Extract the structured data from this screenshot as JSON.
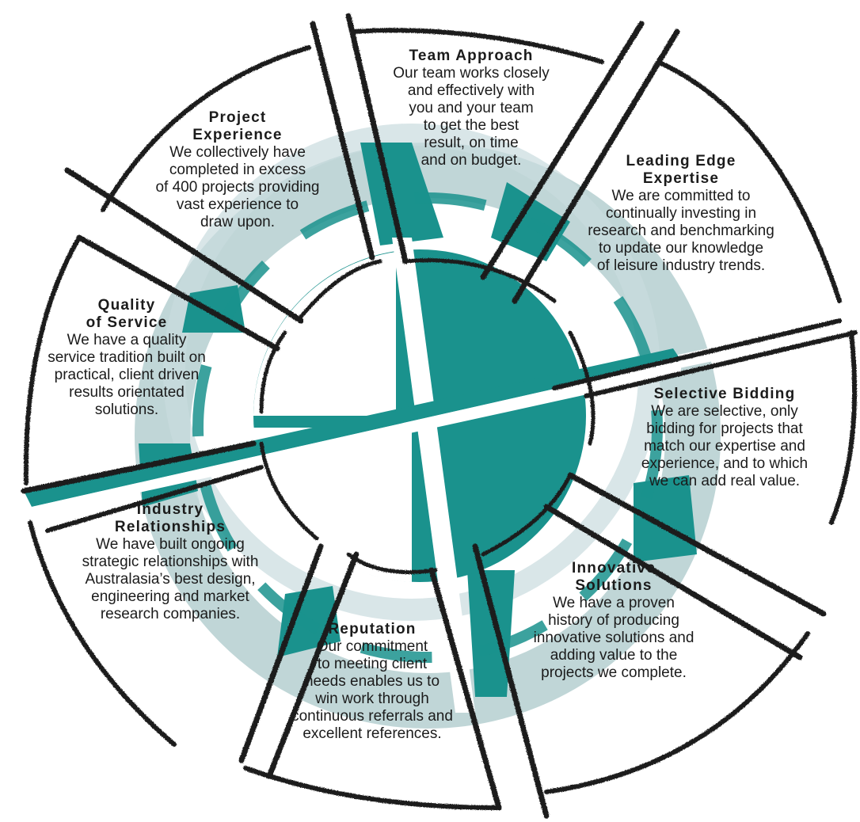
{
  "colors": {
    "teal": "#1a928d",
    "light_teal": "#b9d1d3",
    "ink": "#1b1b1b"
  },
  "segments": [
    {
      "id": "team-approach",
      "title": [
        "Team Approach"
      ],
      "lines": [
        "Our team works closely",
        "and effectively with",
        "you and your team",
        "to get the best",
        "result, on time",
        "and on budget."
      ]
    },
    {
      "id": "leading-edge-expertise",
      "title": [
        "Leading Edge",
        "Expertise"
      ],
      "lines": [
        "We are committed to",
        "continually investing in",
        "research and benchmarking",
        "to update our knowledge",
        "of leisure industry trends."
      ]
    },
    {
      "id": "selective-bidding",
      "title": [
        "Selective Bidding"
      ],
      "lines": [
        "We are selective, only",
        "bidding for projects that",
        "match our expertise and",
        "experience, and to which",
        "we can add real value."
      ]
    },
    {
      "id": "innovative-solutions",
      "title": [
        "Innovative",
        "Solutions"
      ],
      "lines": [
        "We have a proven",
        "history of producing",
        "innovative solutions and",
        "adding value to the",
        "projects we complete."
      ]
    },
    {
      "id": "reputation",
      "title": [
        "Reputation"
      ],
      "lines": [
        "Our commitment",
        "to meeting client",
        "needs enables us to",
        "win work through",
        "continuous referrals and",
        "excellent references."
      ]
    },
    {
      "id": "industry-relationships",
      "title": [
        "Industry",
        "Relationships"
      ],
      "lines": [
        "We have built ongoing",
        "strategic relationships with",
        "Australasia’s best design,",
        "engineering and market",
        "research companies."
      ]
    },
    {
      "id": "quality-of-service",
      "title": [
        "Quality",
        "of Service"
      ],
      "lines": [
        "We have a quality",
        "service tradition built on",
        "practical, client driven",
        "results orientated",
        "solutions."
      ]
    },
    {
      "id": "project-experience",
      "title": [
        "Project",
        "Experience"
      ],
      "lines": [
        "We collectively have",
        "completed in excess",
        "of 400 projects providing",
        "vast experience to",
        "draw upon."
      ]
    }
  ]
}
